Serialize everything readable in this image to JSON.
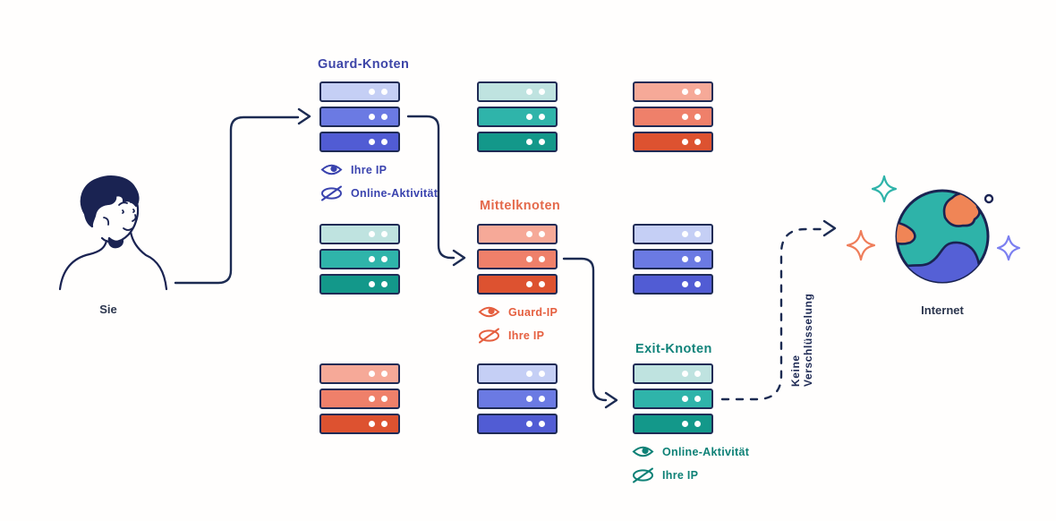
{
  "user": {
    "label": "Sie"
  },
  "internet": {
    "label": "Internet"
  },
  "connection": {
    "encryption_label": "Keine Verschlüsselung"
  },
  "nodes": {
    "guard": {
      "title": "Guard-Knoten",
      "legend": [
        {
          "icon": "eye-icon",
          "label": "Ihre IP"
        },
        {
          "icon": "eye-crossed-icon",
          "label": "Online-Aktivität"
        }
      ]
    },
    "middle": {
      "title": "Mittelknoten",
      "legend": [
        {
          "icon": "eye-icon",
          "label": "Guard-IP"
        },
        {
          "icon": "eye-crossed-icon",
          "label": "Ihre IP"
        }
      ]
    },
    "exit": {
      "title": "Exit-Knoten",
      "legend": [
        {
          "icon": "eye-icon",
          "label": "Online-Aktivität"
        },
        {
          "icon": "eye-crossed-icon",
          "label": "Ihre IP"
        }
      ]
    }
  },
  "colors": {
    "outline_navy": "#1f2b55",
    "guard_text": "#3e46a8",
    "middle_text": "#e4694b",
    "exit_text": "#12837a",
    "server_blue": [
      "#c5cff5",
      "#6b7ae3",
      "#515cd4"
    ],
    "server_teal": [
      "#bfe3e0",
      "#2fb4aa",
      "#13988a"
    ],
    "server_salmon": [
      "#f6a998",
      "#ef806a",
      "#dd5230"
    ],
    "globe_teal": "#2eb3a9",
    "globe_orange": "#f08556",
    "globe_blue": "#5560d6",
    "sparkle_teal": "#2eb3a9",
    "sparkle_orange": "#ef7d5a",
    "sparkle_purple": "#7b7ff0"
  }
}
